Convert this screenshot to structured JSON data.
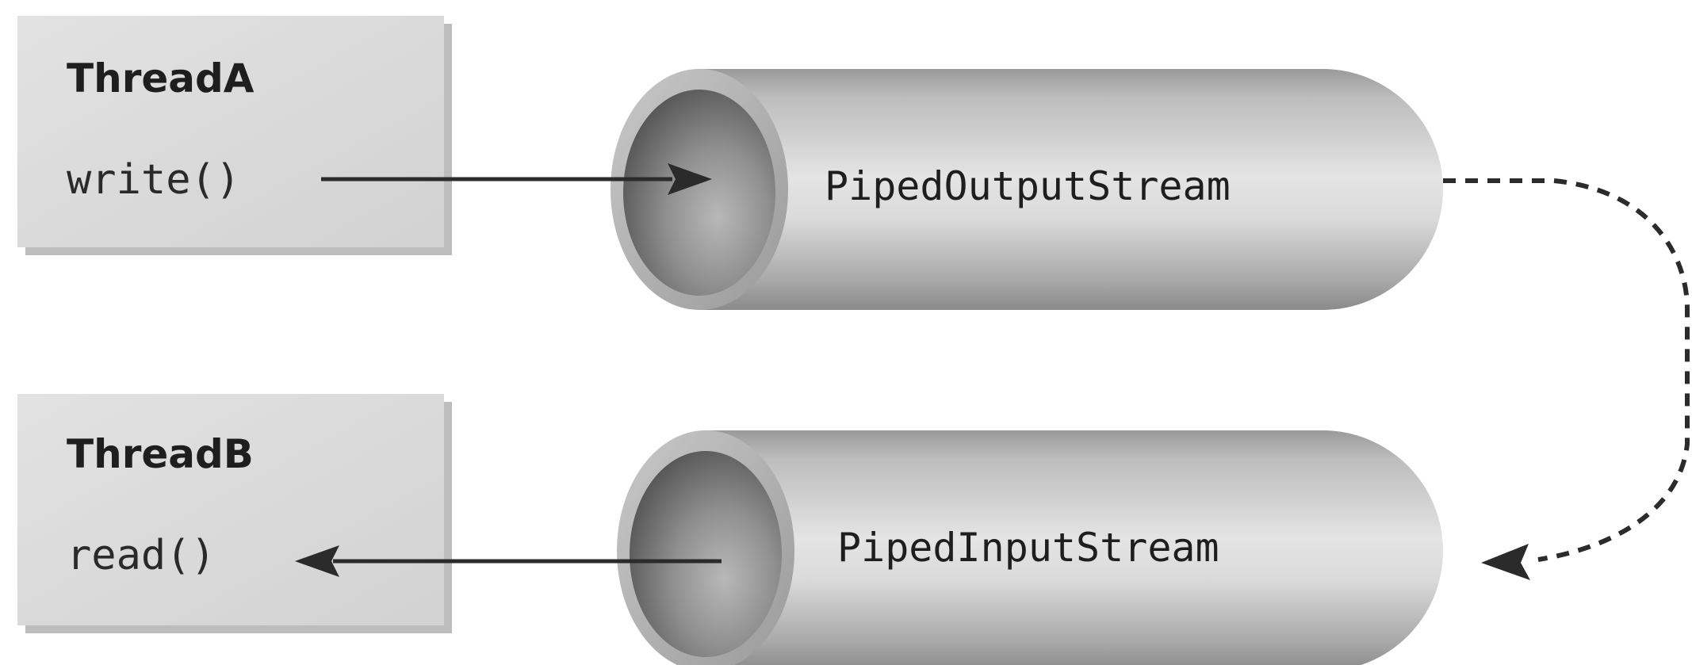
{
  "thread_a": {
    "name": "ThreadA",
    "method": "write()"
  },
  "thread_b": {
    "name": "ThreadB",
    "method": "read()"
  },
  "output_stream": {
    "label": "PipedOutputStream"
  },
  "input_stream": {
    "label": "PipedInputStream"
  },
  "colors": {
    "box_fill": "#dadada",
    "box_shadow": "#c4c4c4",
    "arrow": "#2b2b2b",
    "pipe_light": "#e0e0e0",
    "pipe_dark": "#8e8e8e"
  }
}
